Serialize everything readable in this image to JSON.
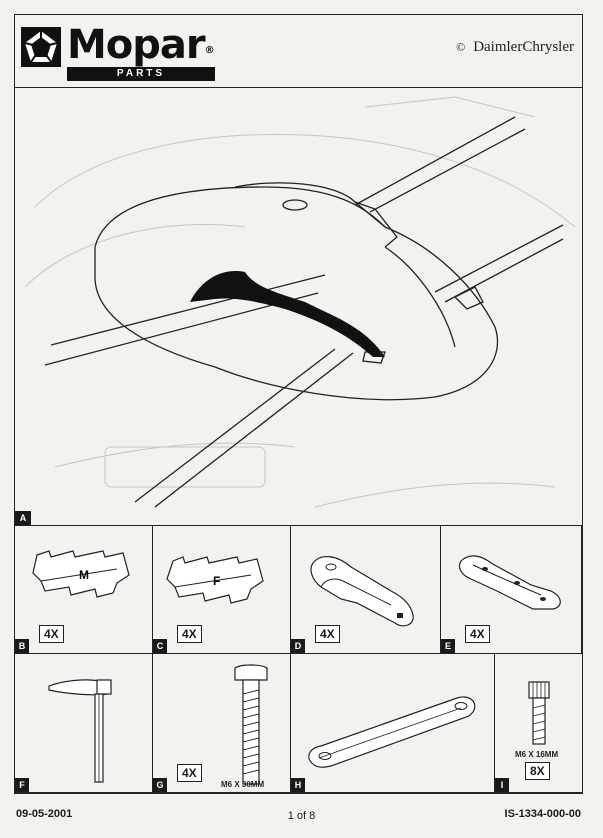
{
  "header": {
    "logo_text": "Mopar",
    "logo_registered": "®",
    "logo_sub": "PARTS",
    "brand_copyright": "©",
    "brand_name": "DaimlerChrysler"
  },
  "figure_main": {
    "label": "A"
  },
  "parts": [
    {
      "letter": "B",
      "quantity": "4X",
      "part_mark": "M",
      "icon": "m-pad-icon"
    },
    {
      "letter": "C",
      "quantity": "4X",
      "part_mark": "F",
      "icon": "f-pad-icon"
    },
    {
      "letter": "D",
      "quantity": "4X",
      "icon": "bracket-icon"
    },
    {
      "letter": "E",
      "quantity": "4X",
      "icon": "saddle-bracket-icon"
    },
    {
      "letter": "F",
      "icon": "hex-key-icon"
    },
    {
      "letter": "G",
      "quantity": "4X",
      "spec": "M6 X 30MM",
      "icon": "long-bolt-icon"
    },
    {
      "letter": "H",
      "icon": "link-bar-icon"
    },
    {
      "letter": "I",
      "quantity": "8X",
      "spec": "M6 X 16MM",
      "icon": "short-bolt-icon"
    }
  ],
  "footer": {
    "date": "09-05-2001",
    "page": "1 of 8",
    "doc_number": "IS-1334-000-00"
  }
}
